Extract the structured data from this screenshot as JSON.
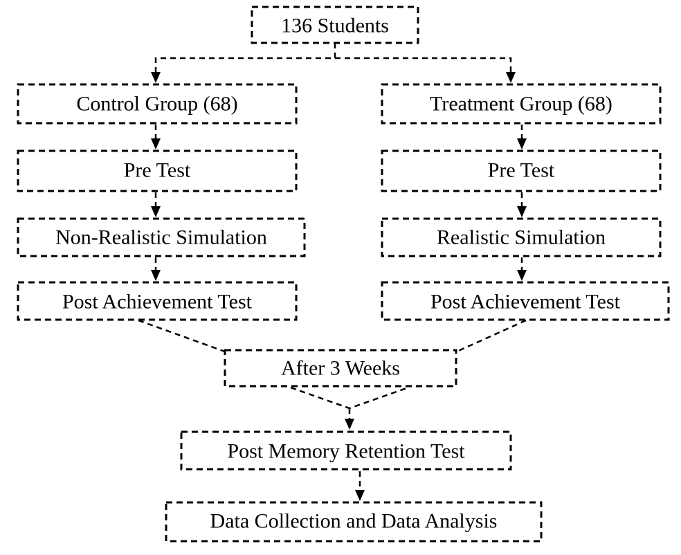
{
  "nodes": {
    "students": "136 Students",
    "control_group": "Control Group (68)",
    "treatment_group": "Treatment Group (68)",
    "control_pre_test": "Pre Test",
    "treatment_pre_test": "Pre Test",
    "non_realistic_simulation": "Non-Realistic Simulation",
    "realistic_simulation": "Realistic Simulation",
    "control_post_achievement": "Post Achievement Test",
    "treatment_post_achievement": "Post Achievement Test",
    "after_weeks": "After 3 Weeks",
    "post_memory_retention": "Post Memory Retention Test",
    "data_collection": "Data Collection and Data Analysis"
  },
  "edges": [
    [
      "students",
      "control_group"
    ],
    [
      "students",
      "treatment_group"
    ],
    [
      "control_group",
      "control_pre_test"
    ],
    [
      "treatment_group",
      "treatment_pre_test"
    ],
    [
      "control_pre_test",
      "non_realistic_simulation"
    ],
    [
      "treatment_pre_test",
      "realistic_simulation"
    ],
    [
      "non_realistic_simulation",
      "control_post_achievement"
    ],
    [
      "realistic_simulation",
      "treatment_post_achievement"
    ],
    [
      "control_post_achievement",
      "after_weeks"
    ],
    [
      "treatment_post_achievement",
      "after_weeks"
    ],
    [
      "after_weeks",
      "post_memory_retention"
    ],
    [
      "post_memory_retention",
      "data_collection"
    ]
  ]
}
